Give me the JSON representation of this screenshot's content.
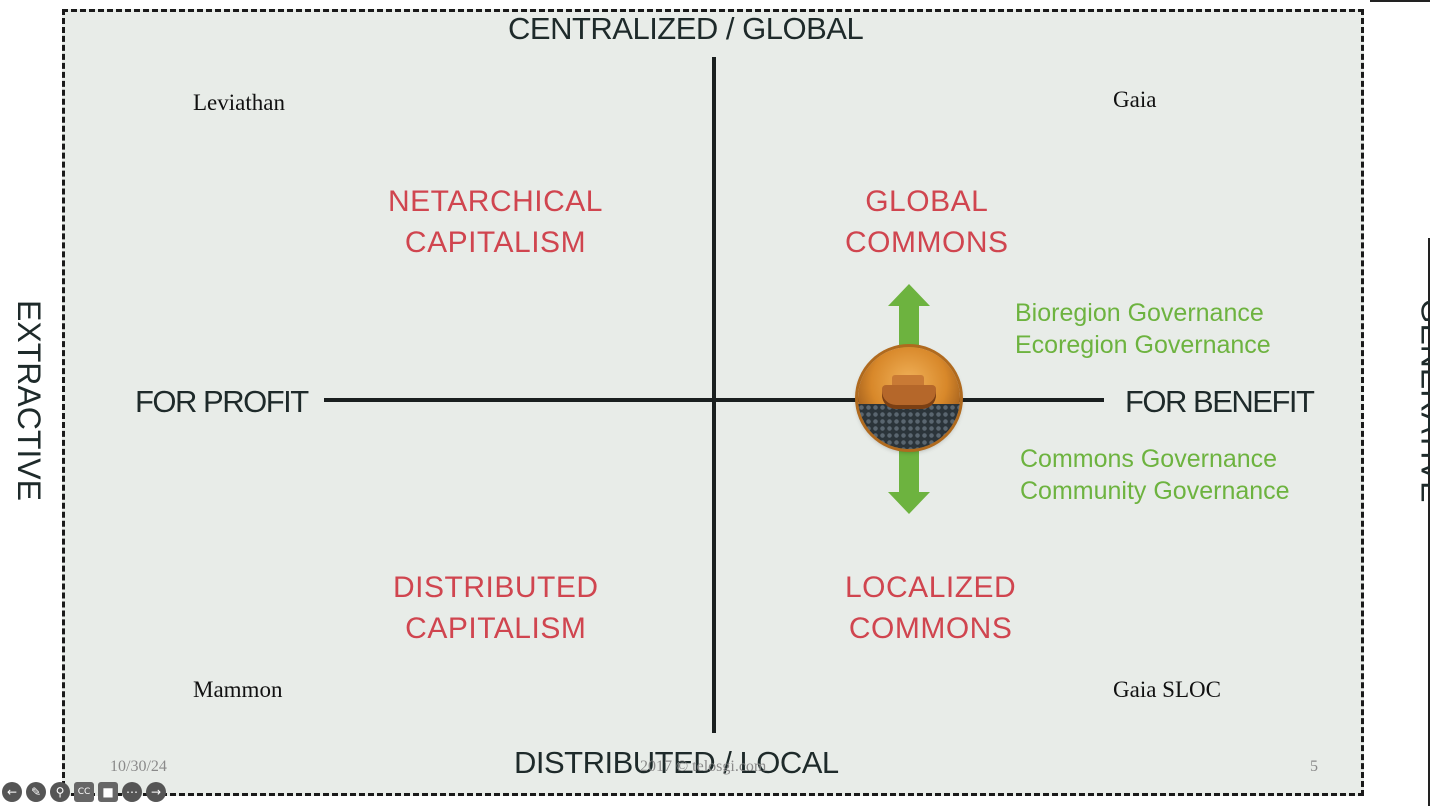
{
  "axes": {
    "top": "CENTRALIZED / GLOBAL",
    "bottom": "DISTRIBUTED / LOCAL",
    "left": "FOR PROFIT",
    "right": "FOR BENEFIT"
  },
  "sides": {
    "left": "EXTRACTIVE",
    "right": "GENERATIVE"
  },
  "quadrants": {
    "top_left": [
      "NETARCHICAL",
      "CAPITALISM"
    ],
    "top_right": [
      "GLOBAL",
      "COMMONS"
    ],
    "bottom_left": [
      "DISTRIBUTED",
      "CAPITALISM"
    ],
    "bottom_right": [
      "LOCALIZED",
      "COMMONS"
    ]
  },
  "corners": {
    "top_left": "Leviathan",
    "top_right": "Gaia",
    "bottom_left": "Mammon",
    "bottom_right": "Gaia SLOC"
  },
  "governance": {
    "upper": [
      "Bioregion Governance",
      "Ecoregion Governance"
    ],
    "lower": [
      "Commons Governance",
      "Community Governance"
    ]
  },
  "footer": {
    "date": "10/30/24",
    "copyright": "2017 © telosgi.com",
    "page": "5"
  },
  "colors": {
    "quadrant_text": "#d0454f",
    "governance_text": "#6db33f",
    "arrow": "#6db33f",
    "background": "#e8ece8"
  },
  "controls": [
    {
      "icon": "back-arrow-icon",
      "glyph": "←"
    },
    {
      "icon": "pen-icon",
      "glyph": "✎"
    },
    {
      "icon": "magnifier-icon",
      "glyph": "⚲"
    },
    {
      "icon": "captions-icon",
      "glyph": "CC"
    },
    {
      "icon": "screen-icon",
      "glyph": "■"
    },
    {
      "icon": "more-icon",
      "glyph": "⋯"
    },
    {
      "icon": "forward-arrow-icon",
      "glyph": "→"
    }
  ]
}
